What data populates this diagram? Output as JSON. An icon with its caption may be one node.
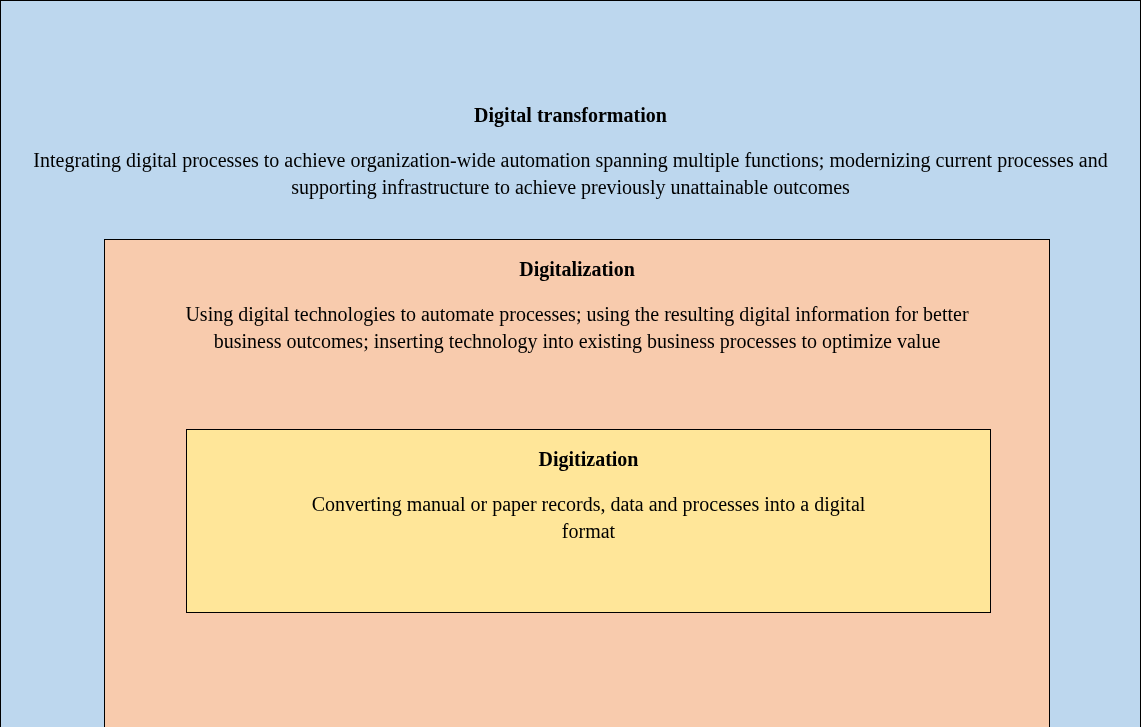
{
  "diagram": {
    "nodes": [
      {
        "text": [
          "Digital transformation",
          "Integrating digital processes to achieve organization-wide automation spanning multiple functions; modernizing current processes and supporting infrastructure to achieve previously unattainable outcomes"
        ]
      },
      {
        "text": [
          "Digitalization",
          "Using digital technologies to automate processes; using the resulting digital information for better business outcomes; inserting technology into existing business processes to optimize value"
        ],
        "in": 0
      },
      {
        "text": [
          "Digitization",
          "Converting manual or paper records, data and processes into a digital format"
        ],
        "in": 1
      }
    ]
  }
}
